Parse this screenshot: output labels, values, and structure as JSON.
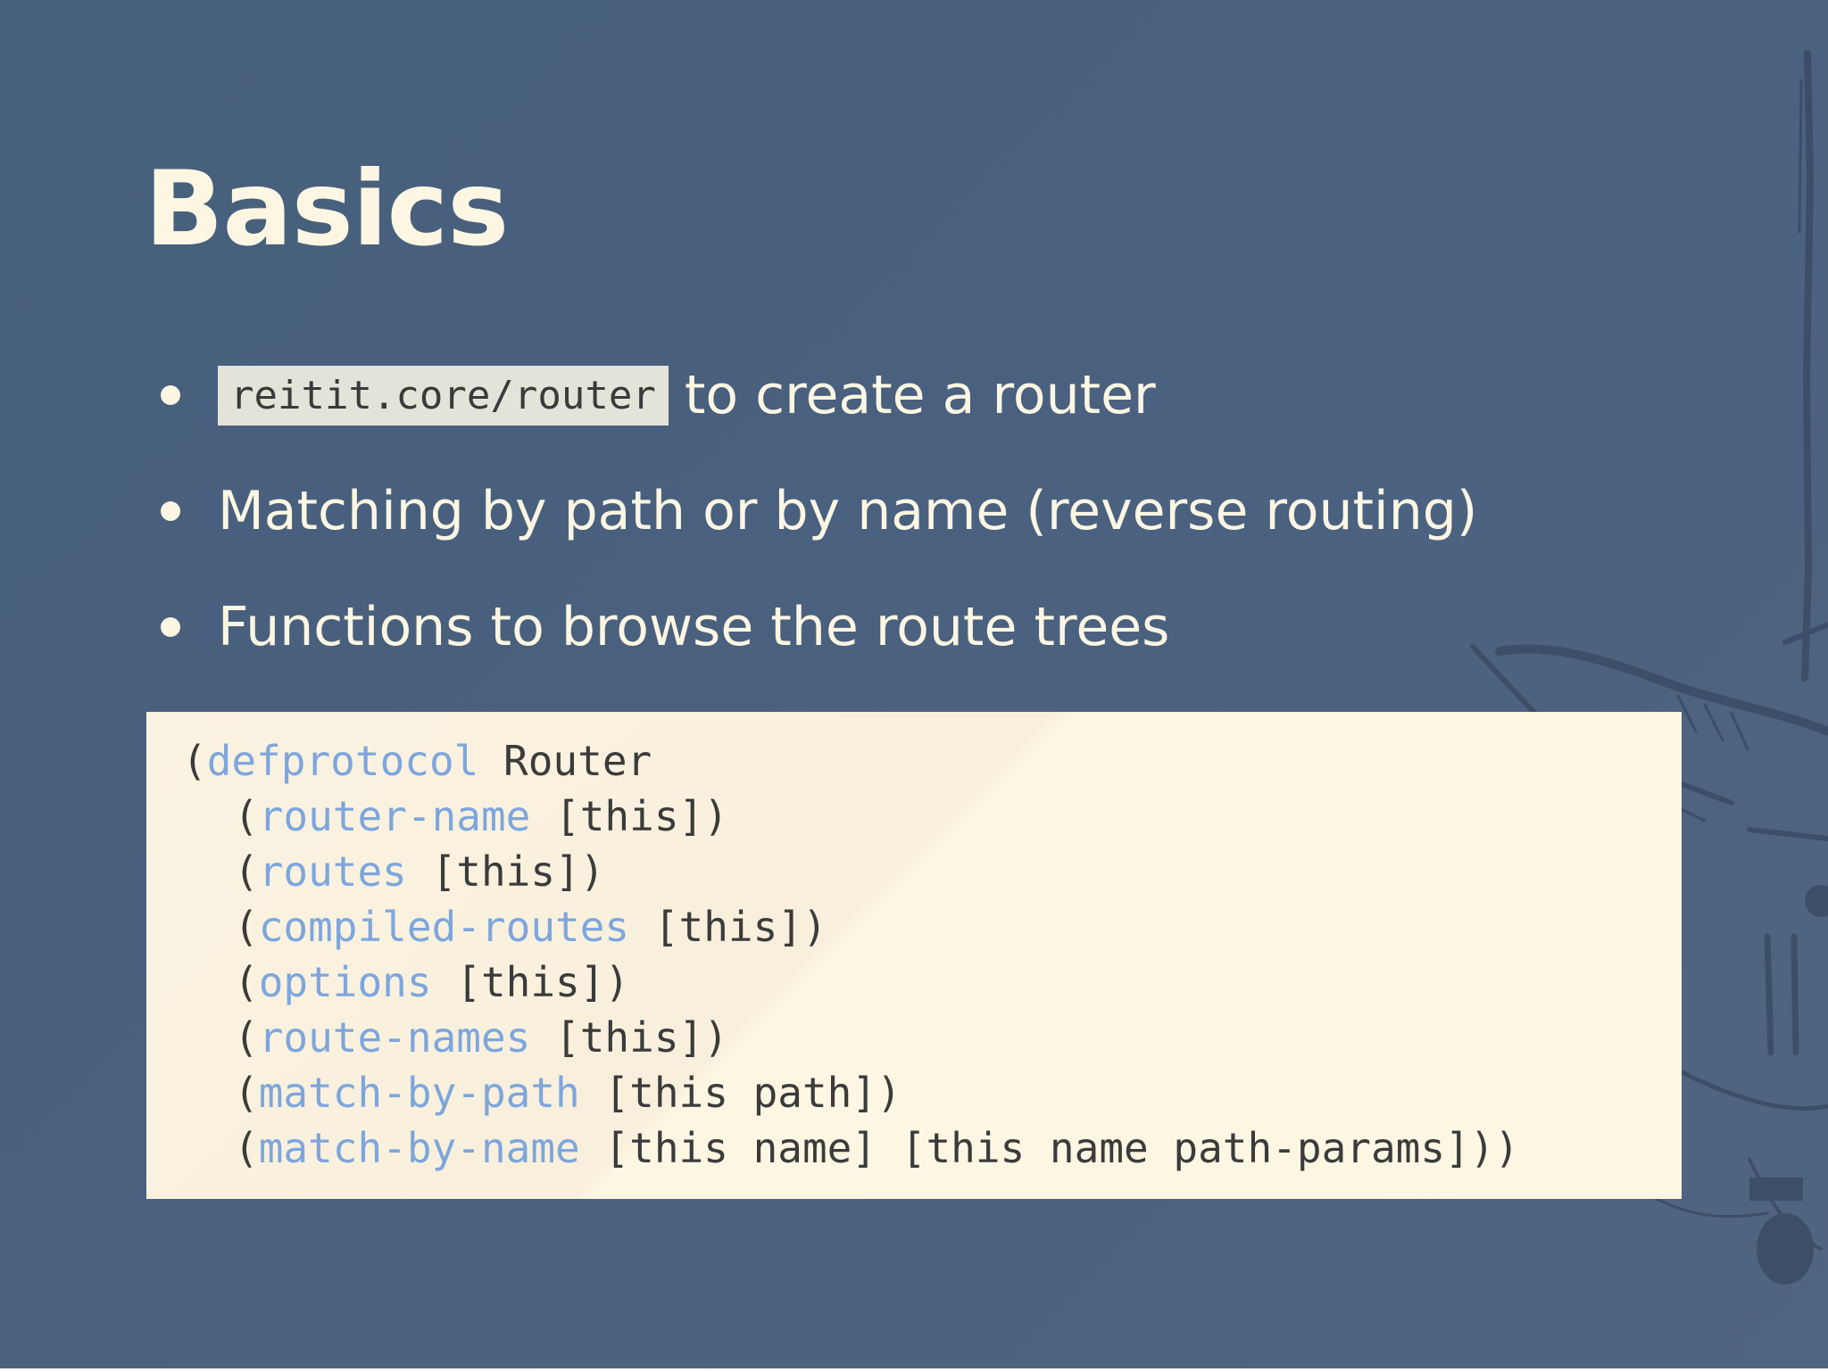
{
  "slide": {
    "title": "Basics",
    "bullets": [
      {
        "code": "reitit.core/router",
        "text": "to create a router"
      },
      {
        "code": "",
        "text": "Matching by path or by name (reverse routing)"
      },
      {
        "code": "",
        "text": "Functions to browse the route trees"
      }
    ],
    "code_block": {
      "lines": [
        {
          "open": "(",
          "keyword": "defprotocol",
          "rest": " Router"
        },
        {
          "open": "(",
          "keyword": "router-name",
          "rest": " [this])"
        },
        {
          "open": "(",
          "keyword": "routes",
          "rest": " [this])"
        },
        {
          "open": "(",
          "keyword": "compiled-routes",
          "rest": " [this])"
        },
        {
          "open": "(",
          "keyword": "options",
          "rest": " [this])"
        },
        {
          "open": "(",
          "keyword": "route-names",
          "rest": " [this])"
        },
        {
          "open": "(",
          "keyword": "match-by-path",
          "rest": " [this path])"
        },
        {
          "open": "(",
          "keyword": "match-by-name",
          "rest": " [this name] [this name path-params]))"
        }
      ]
    }
  },
  "colors": {
    "background": "#4a6180",
    "title_text": "#fcf6e3",
    "code_background": "#fdf6e3",
    "code_keyword": "#7ea6dd",
    "code_text": "#3b3b3b",
    "inline_code_background": "#e3e3d9"
  }
}
